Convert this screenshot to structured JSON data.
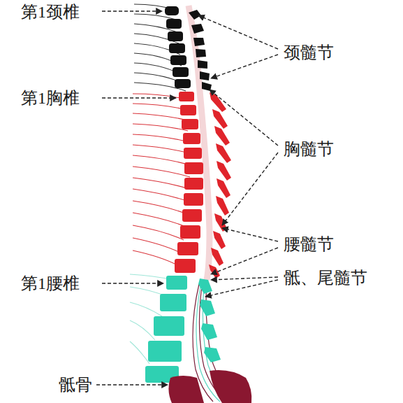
{
  "diagram": {
    "labels": [
      "第1颈椎",
      "颈髓节",
      "第1胸椎",
      "胸髓节",
      "腰髓节",
      "第1腰椎",
      "骶、尾髓节",
      "骶骨"
    ]
  }
}
